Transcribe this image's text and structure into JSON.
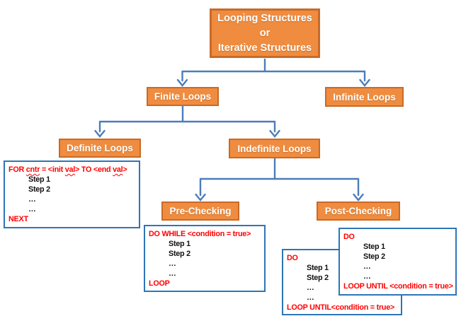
{
  "root": {
    "line1": "Looping Structures",
    "line2": "or",
    "line3": "Iterative Structures"
  },
  "nodes": {
    "finite": {
      "label": "Finite Loops"
    },
    "infinite": {
      "label": "Infinite Loops"
    },
    "definite": {
      "label": "Definite Loops"
    },
    "indefinite": {
      "label": "Indefinite Loops"
    },
    "pre": {
      "label": "Pre-Checking"
    },
    "post": {
      "label": "Post-Checking"
    }
  },
  "code_boxes": [
    {
      "id": "for",
      "lines": [
        {
          "color": "red",
          "indent": 0,
          "segments": [
            {
              "text": "FOR "
            },
            {
              "text": "cntr",
              "squiggle": true
            },
            {
              "text": " = <init "
            },
            {
              "text": "val",
              "squiggle": true
            },
            {
              "text": "> TO <end "
            },
            {
              "text": "val",
              "squiggle": true
            },
            {
              "text": ">"
            }
          ]
        },
        {
          "color": "black",
          "indent": 1,
          "segments": [
            {
              "text": "Step 1"
            }
          ]
        },
        {
          "color": "black",
          "indent": 1,
          "segments": [
            {
              "text": "Step 2"
            }
          ]
        },
        {
          "color": "black",
          "indent": 1,
          "segments": [
            {
              "text": "…"
            }
          ]
        },
        {
          "color": "black",
          "indent": 1,
          "segments": [
            {
              "text": "…"
            }
          ]
        },
        {
          "color": "red",
          "indent": 0,
          "segments": [
            {
              "text": "NEXT"
            }
          ]
        }
      ]
    },
    {
      "id": "dowhile",
      "lines": [
        {
          "color": "red",
          "indent": 0,
          "segments": [
            {
              "text": "DO WHILE <condition = true>"
            }
          ]
        },
        {
          "color": "black",
          "indent": 1,
          "segments": [
            {
              "text": "Step 1"
            }
          ]
        },
        {
          "color": "black",
          "indent": 1,
          "segments": [
            {
              "text": "Step 2"
            }
          ]
        },
        {
          "color": "black",
          "indent": 1,
          "segments": [
            {
              "text": "…"
            }
          ]
        },
        {
          "color": "black",
          "indent": 1,
          "segments": [
            {
              "text": "…"
            }
          ]
        },
        {
          "color": "red",
          "indent": 0,
          "segments": [
            {
              "text": "LOOP"
            }
          ]
        }
      ]
    },
    {
      "id": "dountil-front",
      "lines": [
        {
          "color": "red",
          "indent": 0,
          "segments": [
            {
              "text": "DO"
            }
          ]
        },
        {
          "color": "black",
          "indent": 1,
          "segments": [
            {
              "text": "Step 1"
            }
          ]
        },
        {
          "color": "black",
          "indent": 1,
          "segments": [
            {
              "text": "Step 2"
            }
          ]
        },
        {
          "color": "black",
          "indent": 1,
          "segments": [
            {
              "text": "…"
            }
          ]
        },
        {
          "color": "black",
          "indent": 1,
          "segments": [
            {
              "text": "…"
            }
          ]
        },
        {
          "color": "red",
          "indent": 0,
          "segments": [
            {
              "text": "LOOP UNTIL<condition = true>"
            }
          ]
        }
      ]
    },
    {
      "id": "dountil-back",
      "lines": [
        {
          "color": "red",
          "indent": 0,
          "segments": [
            {
              "text": "DO"
            }
          ]
        },
        {
          "color": "black",
          "indent": 1,
          "segments": [
            {
              "text": "Step 1"
            }
          ]
        },
        {
          "color": "black",
          "indent": 1,
          "segments": [
            {
              "text": "Step 2"
            }
          ]
        },
        {
          "color": "black",
          "indent": 1,
          "segments": [
            {
              "text": "…"
            }
          ]
        },
        {
          "color": "black",
          "indent": 1,
          "segments": [
            {
              "text": "…"
            }
          ]
        },
        {
          "color": "red",
          "indent": 0,
          "segments": [
            {
              "text": "LOOP UNTIL <condition = true>"
            }
          ]
        }
      ]
    }
  ],
  "colors": {
    "node_fill": "#EF8C3F",
    "node_border": "#C96A28",
    "connector": "#4B7DB8",
    "code_border": "#2E75B6",
    "code_red": "#FF0000",
    "code_black": "#111111"
  }
}
